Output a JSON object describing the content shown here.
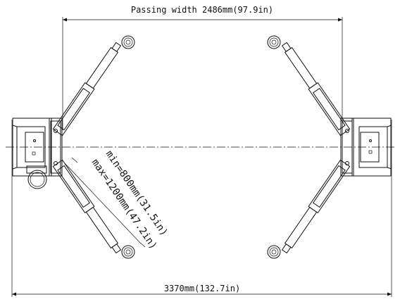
{
  "labels": {
    "passing_width": "Passing width 2486mm(97.9in)",
    "min_reach": "min=800mm(31.5in)",
    "max_reach": "max=1200mm(47.2in)",
    "overall_width": "3370mm(132.7in)"
  }
}
